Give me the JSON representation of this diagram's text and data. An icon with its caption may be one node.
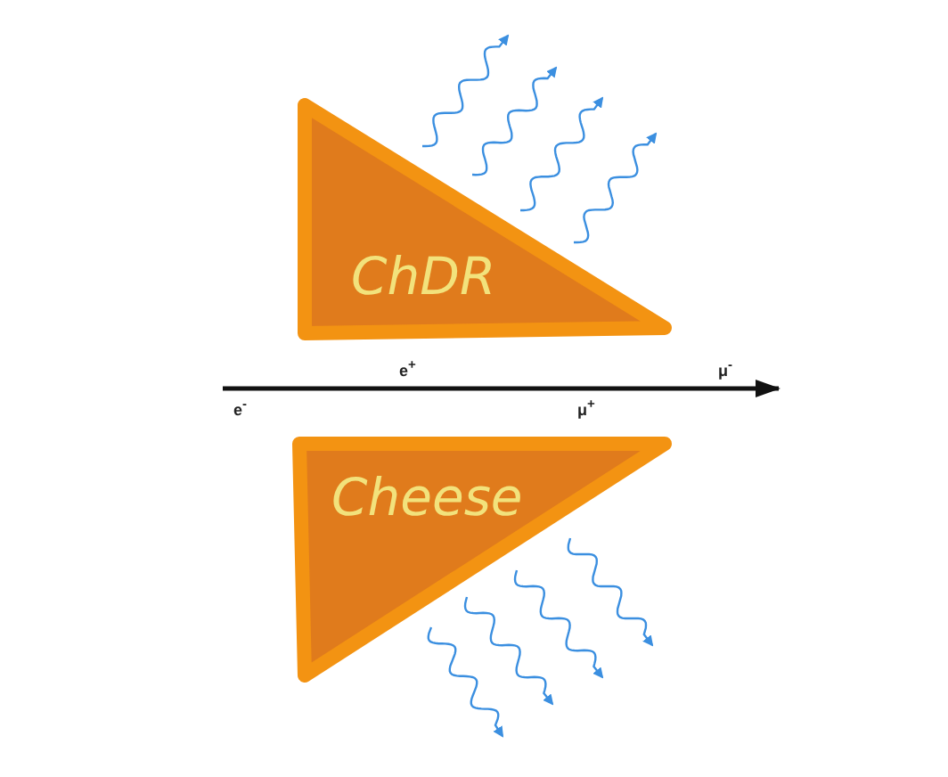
{
  "diagram": {
    "nodes": [
      {
        "text": [
          "ChDR"
        ]
      },
      {
        "text": [
          "Cheese"
        ]
      }
    ],
    "labels": [
      "e$^{+}$",
      "μ$^{-}$",
      "e$^{-}$",
      "μ$^{+}$"
    ]
  }
}
